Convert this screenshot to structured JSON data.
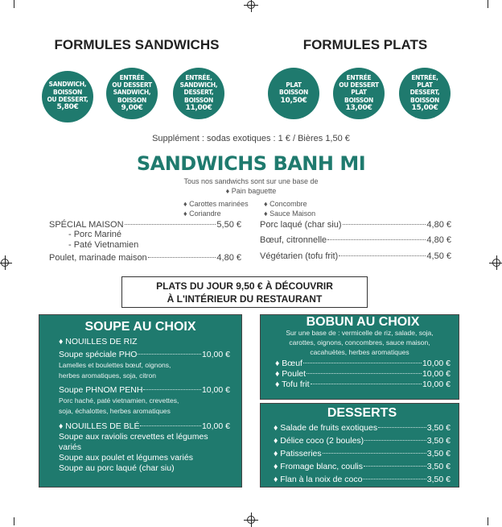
{
  "formules_sandwichs": {
    "title": "FORMULES SANDWICHS",
    "items": [
      {
        "text": "SANDWICH,\nBOISSON\nOU DESSERT,",
        "price": "5,80€"
      },
      {
        "text": "ENTRÉE\nOU DESSERT\nSANDWICH,\nBOISSON",
        "price": "9,00€"
      },
      {
        "text": "ENTRÉE,\nSANDWICH,\nDESSERT,\nBOISSON",
        "price": "11,00€"
      }
    ]
  },
  "formules_plats": {
    "title": "FORMULES PLATS",
    "items": [
      {
        "text": "PLAT\nBOISSON",
        "price": "10,50€"
      },
      {
        "text": "ENTRÉE\nOU DESSERT\nPLAT\nBOISSON",
        "price": "13,00€"
      },
      {
        "text": "ENTRÉE,\nPLAT\nDESSERT,\nBOISSON",
        "price": "15,00€"
      }
    ]
  },
  "supplement": "Supplément : sodas exotiques : 1 € / Bières 1,50 €",
  "banh_mi": {
    "title": "SANDWICHS BANH MI",
    "base_intro": "Tous nos sandwichs sont sur une base de",
    "base": "♦ Pain baguette",
    "ingredients": [
      "♦ Carottes marinées",
      "♦ Concombre",
      "♦ Coriandre",
      "♦ Sauce Maison"
    ],
    "left": [
      {
        "name": "SPÉCIAL MAISON",
        "price": "5,50 €",
        "subs": [
          "- Porc Mariné",
          "- Paté Vietnamien"
        ]
      },
      {
        "name": "Poulet, marinade maison",
        "price": "4,80 €"
      }
    ],
    "right": [
      {
        "name": "Porc laqué (char siu)",
        "price": "4,80 €"
      },
      {
        "name": "Bœuf, citronnelle",
        "price": "4,80 €"
      },
      {
        "name": "Végétarien (tofu frit)",
        "price": "4,50 €"
      }
    ]
  },
  "plats_du_jour": {
    "line1": "PLATS DU JOUR 9,50 € À DÉCOUVRIR",
    "line2": "À L'INTÉRIEUR DU RESTAURANT"
  },
  "soupe": {
    "title": "SOUPE AU CHOIX",
    "section1": "♦ NOUILLES DE RIZ",
    "pho": {
      "name": "Soupe spéciale PHO",
      "price": "10,00 €",
      "desc1": "Lamelles et boulettes bœuf, oignons,",
      "desc2": "herbes aromatiques, soja, citron"
    },
    "phnom": {
      "name": "Soupe PHNOM PENH",
      "price": "10,00 €",
      "desc1": "Porc haché, paté vietnamien, crevettes,",
      "desc2": "soja, échalottes, herbes aromatiques"
    },
    "section2": {
      "name": "♦ NOUILLES DE BLÉ",
      "price": "10,00 €"
    },
    "ble_items": [
      "Soupe aux raviolis crevettes et légumes variés",
      "Soupe aux poulet et légumes variés",
      "Soupe au porc laqué (char siu)"
    ]
  },
  "bobun": {
    "title": "BOBUN AU CHOIX",
    "desc": [
      "Sur une base de : vermicelle de riz, salade, soja,",
      "carottes, oignons, concombres, sauce maison,",
      "cacahuètes, herbes aromatiques"
    ],
    "items": [
      {
        "name": "♦ Bœuf",
        "price": "10,00 €"
      },
      {
        "name": "♦ Poulet",
        "price": "10,00 €"
      },
      {
        "name": "♦ Tofu frit",
        "price": "10,00 €"
      }
    ]
  },
  "desserts": {
    "title": "DESSERTS",
    "items": [
      {
        "name": "♦ Salade de fruits exotiques",
        "price": "3,50 €"
      },
      {
        "name": "♦ Délice coco (2 boules)",
        "price": "3,50 €"
      },
      {
        "name": "♦ Patisseries",
        "price": "3,50 €"
      },
      {
        "name": "♦ Fromage blanc, coulis",
        "price": "3,50 €"
      },
      {
        "name": "♦ Flan à la noix de coco",
        "price": "3,50 €"
      }
    ]
  },
  "colors": {
    "teal": "#1f7a6e"
  }
}
